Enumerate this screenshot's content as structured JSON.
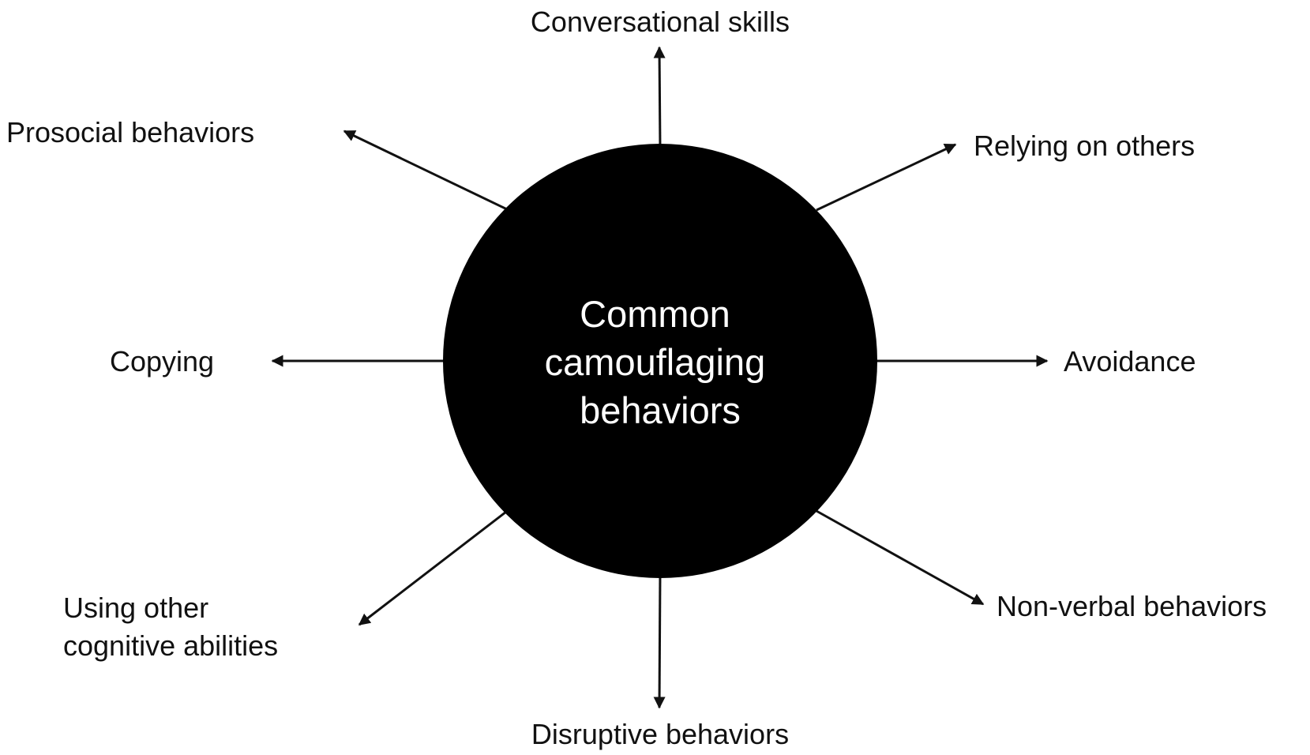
{
  "center": {
    "lines": [
      "Common",
      "camouflaging",
      "behaviors"
    ]
  },
  "branches": {
    "conversational_skills": {
      "lines": [
        "Conversational skills"
      ]
    },
    "relying_on_others": {
      "lines": [
        "Relying on others"
      ]
    },
    "avoidance": {
      "lines": [
        "Avoidance"
      ]
    },
    "non_verbal_behaviors": {
      "lines": [
        "Non-verbal behaviors"
      ]
    },
    "disruptive_behaviors": {
      "lines": [
        "Disruptive behaviors"
      ]
    },
    "using_other_cognitive_abilities": {
      "lines": [
        "Using other",
        "cognitive abilities"
      ]
    },
    "copying": {
      "lines": [
        "Copying"
      ]
    },
    "prosocial_behaviors": {
      "lines": [
        "Prosocial behaviors"
      ]
    }
  },
  "colors": {
    "circle_fill": "#000000",
    "center_text": "#ffffff",
    "arrow": "#111111",
    "label_text": "#111111"
  }
}
